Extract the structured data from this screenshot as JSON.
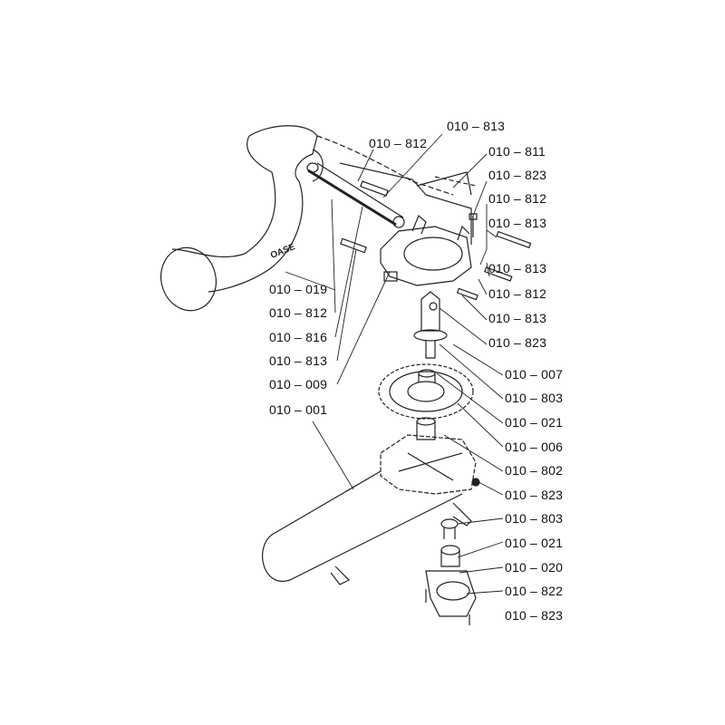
{
  "brand_text": "OASE",
  "labels_top": [
    "010 – 813",
    "010 – 812"
  ],
  "labels_right_upper": [
    "010 – 811",
    "010 – 823",
    "010 – 812",
    "010 – 813",
    "010 – 813",
    "010 – 812",
    "010 – 813",
    "010 – 823"
  ],
  "labels_left": [
    "010 – 019",
    "010 – 812",
    "010 – 816",
    "010 – 813",
    "010 – 009",
    "010 – 001"
  ],
  "labels_right_lower": [
    "010 – 007",
    "010 – 803",
    "010 – 021",
    "010 – 006",
    "010 – 802",
    "010 – 823",
    "010 – 803",
    "010 – 021",
    "010 – 020",
    "010 – 822",
    "010 – 823"
  ]
}
